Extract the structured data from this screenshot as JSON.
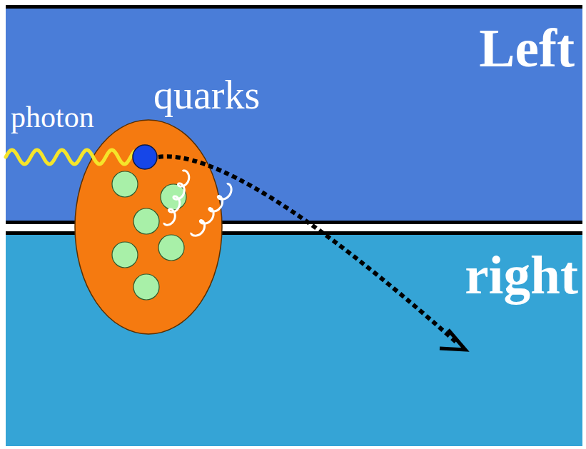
{
  "diagram": {
    "nodes": [
      {
        "text": [
          "Left"
        ]
      },
      {
        "text": [
          "right"
        ]
      }
    ],
    "labels": [
      "quarks",
      "photon"
    ]
  }
}
